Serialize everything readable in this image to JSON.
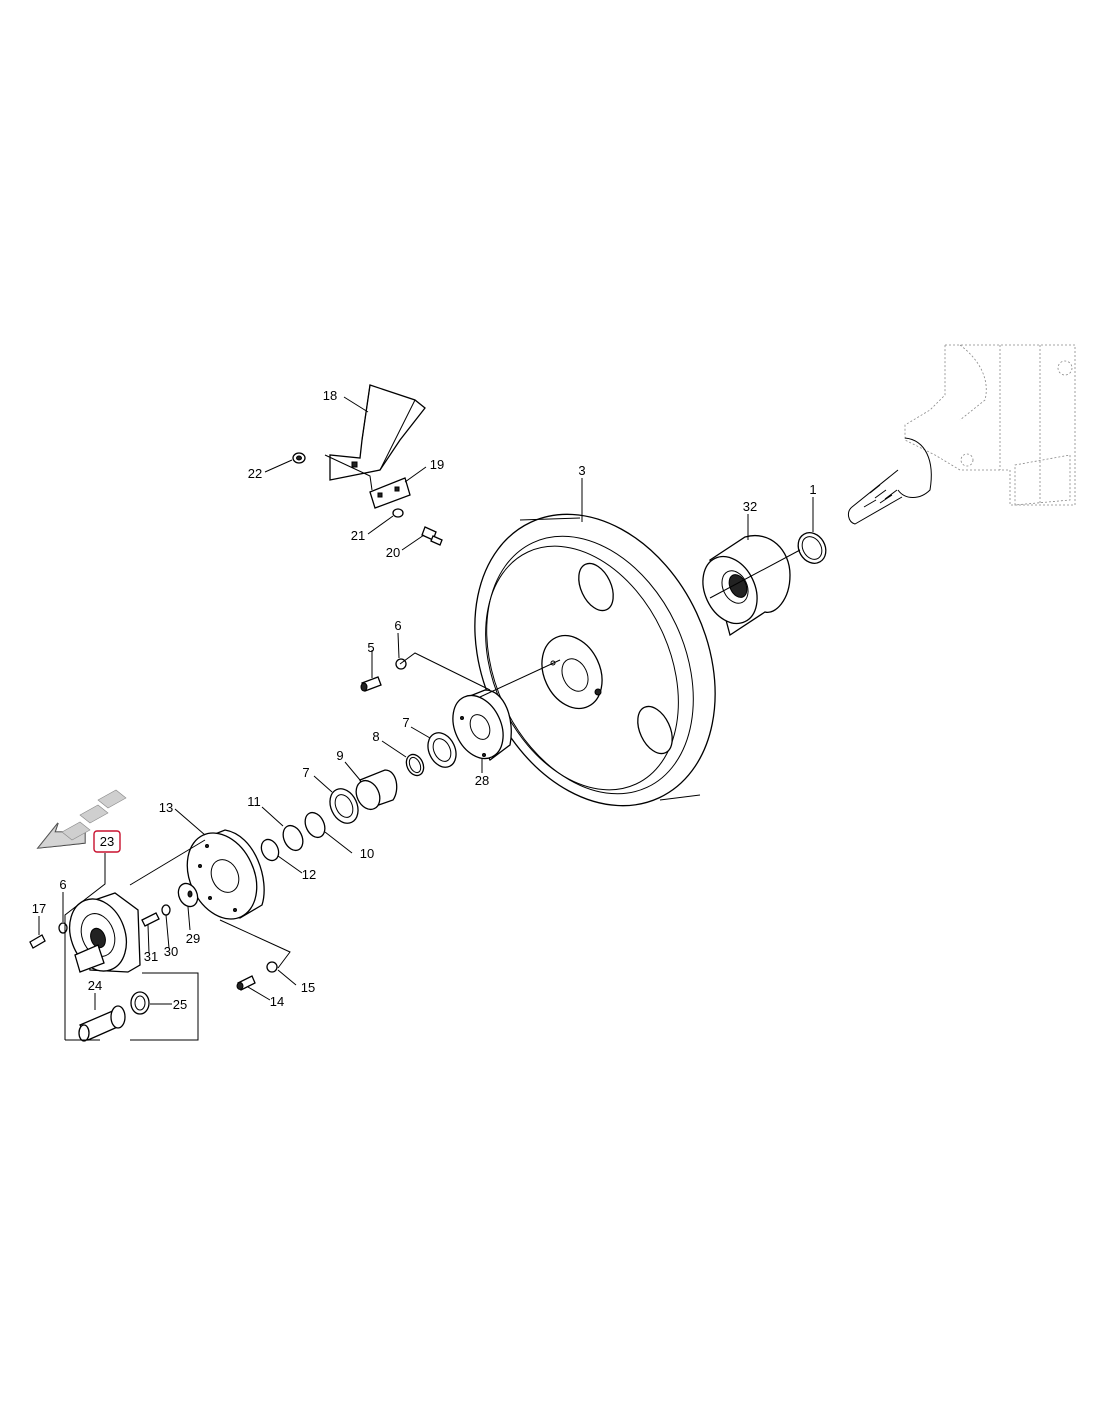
{
  "diagram": {
    "callouts": {
      "p1": "1",
      "p3": "3",
      "p5": "5",
      "p6a": "6",
      "p6b": "6",
      "p7a": "7",
      "p7b": "7",
      "p8": "8",
      "p9": "9",
      "p10": "10",
      "p11": "11",
      "p12": "12",
      "p13": "13",
      "p14": "14",
      "p15": "15",
      "p17": "17",
      "p18": "18",
      "p19": "19",
      "p20": "20",
      "p21": "21",
      "p22": "22",
      "p23": "23",
      "p24": "24",
      "p25": "25",
      "p28": "28",
      "p29": "29",
      "p30": "30",
      "p31": "31",
      "p32": "32"
    },
    "highlight_color": "#c8102e",
    "direction_icon": "forward-arrow-icon"
  }
}
